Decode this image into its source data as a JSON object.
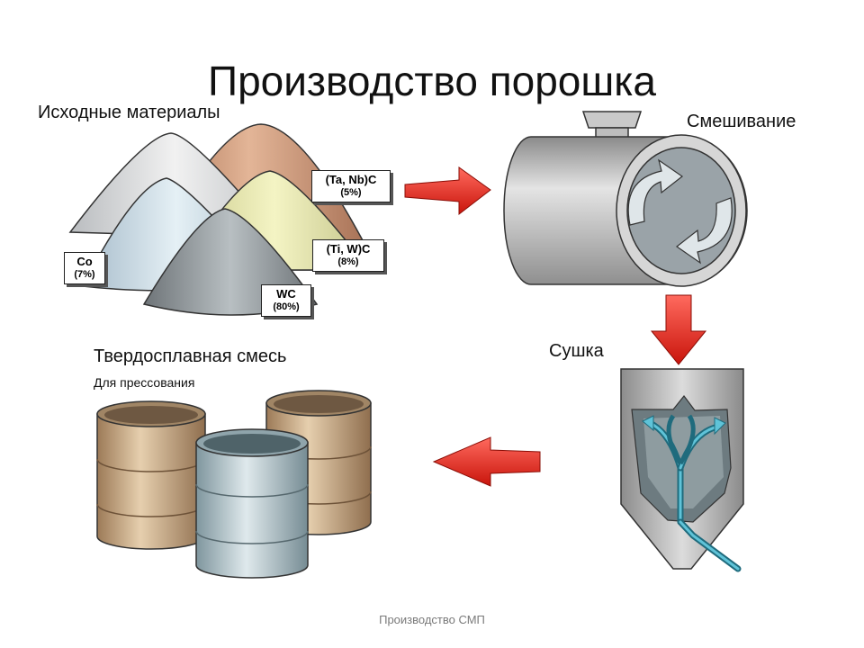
{
  "title": "Производство порошка",
  "sections": {
    "raw_materials": "Исходные материалы",
    "mixing": "Смешивание",
    "drying": "Сушка",
    "hardalloy_mix": "Твердосплавная смесь",
    "for_pressing": "Для прессования"
  },
  "materials": [
    {
      "name": "(Ta, Nb)C",
      "percent": "(5%)"
    },
    {
      "name": "(Ti, W)C",
      "percent": "(8%)"
    },
    {
      "name": "Co",
      "percent": "(7%)"
    },
    {
      "name": "WC",
      "percent": "(80%)"
    }
  ],
  "footer": "Производство СМП",
  "colors": {
    "arrow_red": "#e8241a",
    "cone_copper": "#c99575",
    "cone_yellow": "#e6e6a8",
    "cone_light": "#cfe0ea",
    "cone_gray": "#8c9498",
    "drum_gray": "#bdbdbd",
    "flow_blue": "#3a93a8"
  }
}
